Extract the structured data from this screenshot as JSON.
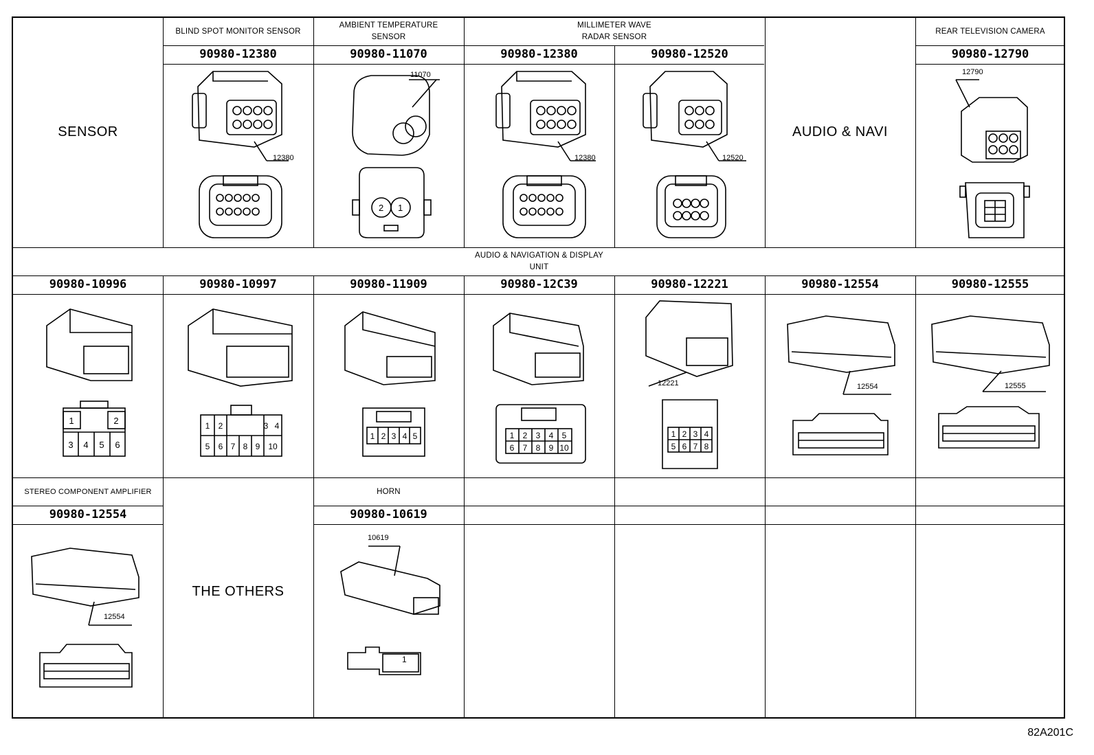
{
  "row1": {
    "group_label": "SENSOR",
    "other_label": "AUDIO & NAVI",
    "headers": {
      "blind_spot": "BLIND SPOT MONITOR SENSOR",
      "ambient_line1": "AMBIENT TEMPERATURE",
      "ambient_line2": "SENSOR",
      "mmwave_line1": "MILLIMETER WAVE",
      "mmwave_line2": "RADAR SENSOR",
      "rear_camera": "REAR TELEVISION CAMERA"
    },
    "parts": [
      "90980-12380",
      "90980-11070",
      "90980-12380",
      "90980-12520",
      "90980-12790"
    ],
    "callouts": [
      "12380",
      "11070",
      "12380",
      "12520",
      "12790"
    ],
    "pins": {
      "ambient": [
        "2",
        "1"
      ]
    }
  },
  "row2": {
    "header_line1": "AUDIO & NAVIGATION & DISPLAY",
    "header_line2": "UNIT",
    "parts": [
      "90980-10996",
      "90980-10997",
      "90980-11909",
      "90980-12C39",
      "90980-12221",
      "90980-12554",
      "90980-12555"
    ],
    "callouts": [
      "12221",
      "12554",
      "12555"
    ]
  },
  "row3": {
    "stereo_header": "STEREO COMPONENT AMPLIFIER",
    "stereo_part": "90980-12554",
    "stereo_callout": "12554",
    "others_label": "THE OTHERS",
    "horn_header": "HORN",
    "horn_part": "90980-10619",
    "horn_callout": "10619",
    "horn_pin": "1"
  },
  "footer": {
    "code": "82A201C"
  }
}
